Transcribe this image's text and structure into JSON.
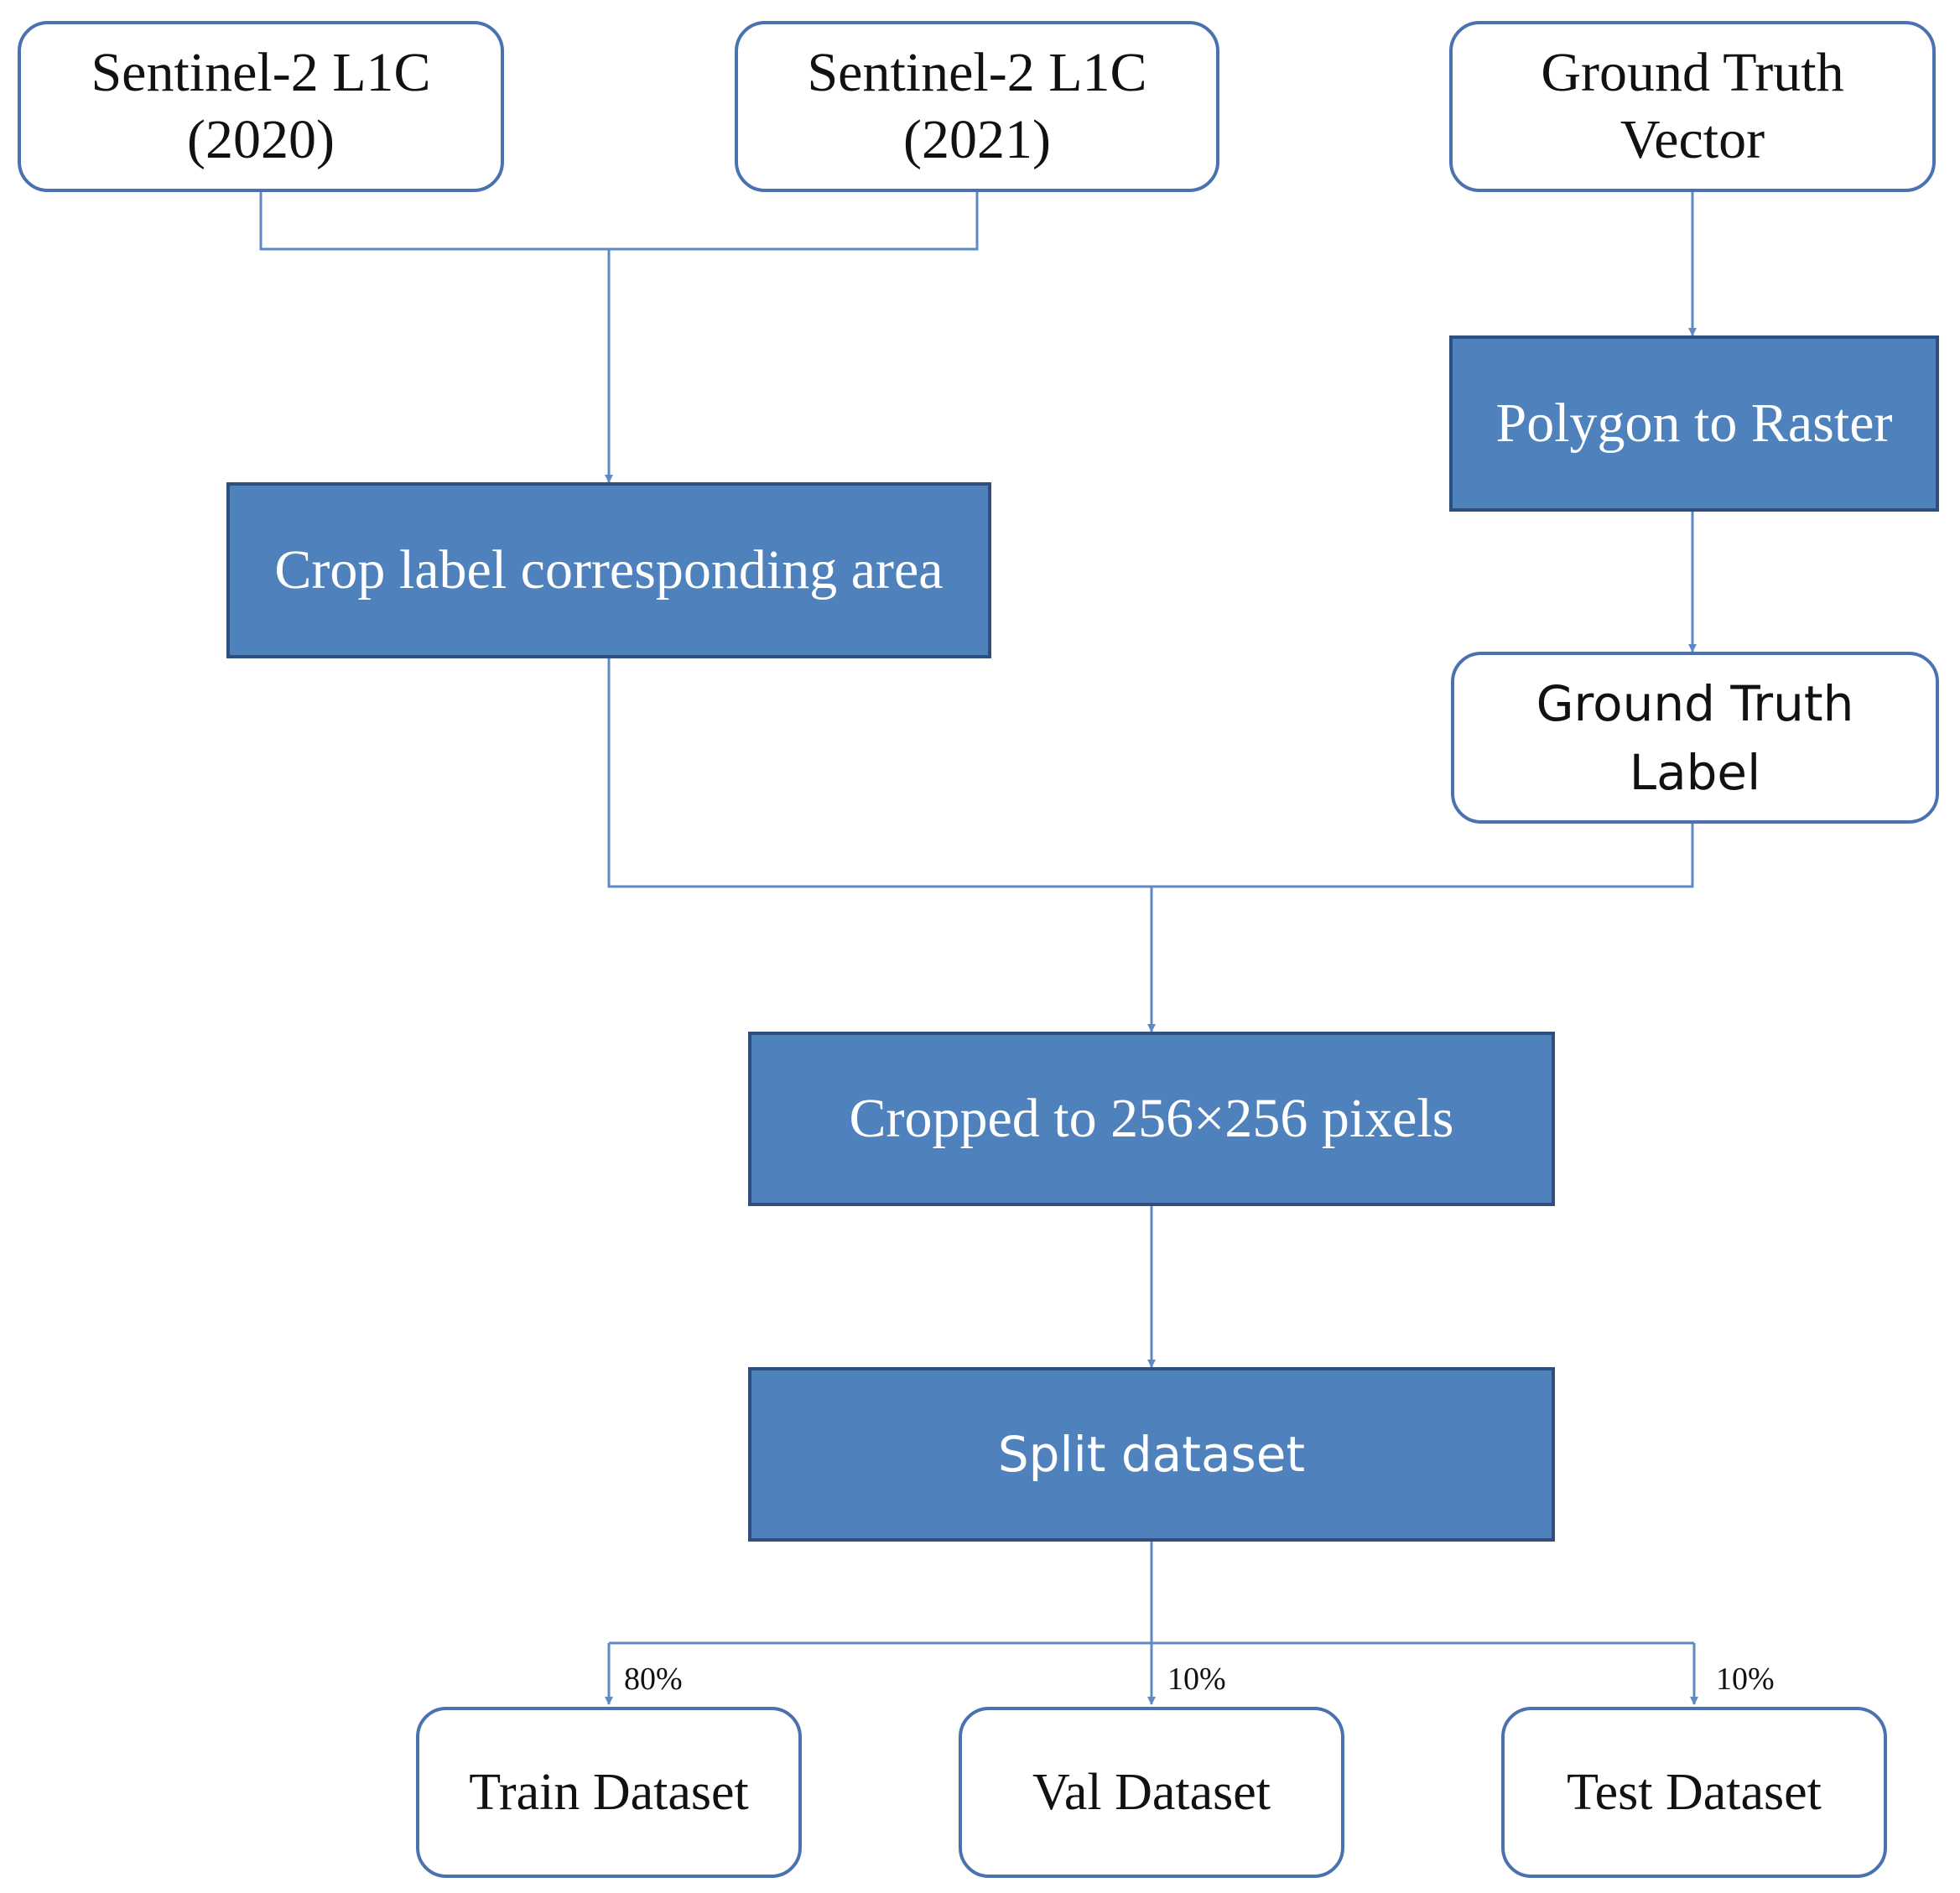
{
  "nodes": {
    "s2_2020": "Sentinel-2 L1C\n(2020)",
    "s2_2021": "Sentinel-2 L1C\n(2021)",
    "gt_vector": "Ground Truth\nVector",
    "polygon_to_raster": "Polygon to Raster",
    "crop_label_area": "Crop label corresponding area",
    "gt_label": "Ground Truth\nLabel",
    "cropped_256": "Cropped to 256×256 pixels",
    "split_dataset": "Split dataset",
    "train_dataset": "Train Dataset",
    "val_dataset": "Val Dataset",
    "test_dataset": "Test Dataset"
  },
  "split_ratios": {
    "train": "80%",
    "val": "10%",
    "test": "10%"
  },
  "colors": {
    "box_fill": "#4f81bd",
    "box_border": "#2e4f7e",
    "outline": "#4a72b0",
    "connector": "#5b8ac6"
  }
}
